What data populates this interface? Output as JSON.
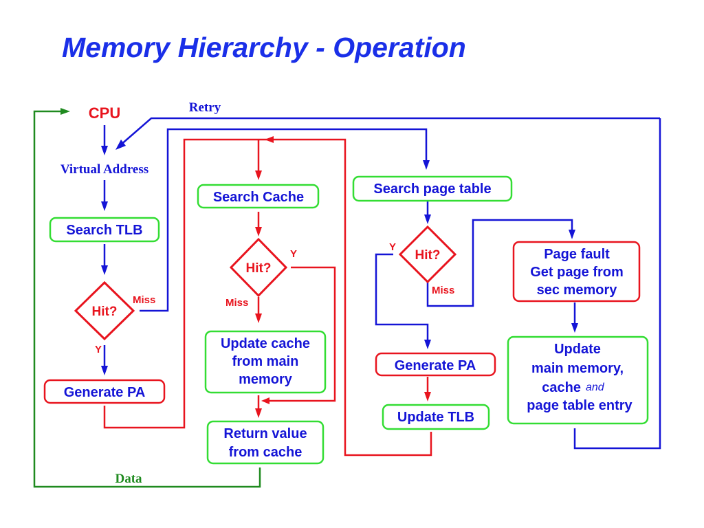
{
  "title": "Memory Hierarchy - Operation",
  "colors": {
    "title": "#1a2fe8",
    "node_text": "#1414d6",
    "red": "#e8141e",
    "blue": "#1414d6",
    "green_box": "#33dd33",
    "green_line": "#1f8a1f"
  },
  "labels": {
    "cpu": "CPU",
    "virtual_address": "Virtual Address",
    "retry": "Retry",
    "data": "Data"
  },
  "nodes": {
    "search_tlb": "Search TLB",
    "tlb_hit": "Hit?",
    "tlb_miss": "Miss",
    "tlb_yes": "Y",
    "generate_pa_left": "Generate PA",
    "search_cache": "Search Cache",
    "cache_hit": "Hit?",
    "cache_yes": "Y",
    "cache_miss": "Miss",
    "update_cache": [
      "Update cache",
      "from main",
      "memory"
    ],
    "return_value": [
      "Return value",
      "from cache"
    ],
    "search_page_table": "Search page table",
    "pt_hit": "Hit?",
    "pt_yes": "Y",
    "pt_miss": "Miss",
    "page_fault": [
      "Page fault",
      "Get page from",
      "sec memory"
    ],
    "generate_pa_right": "Generate PA",
    "update_tlb": "Update TLB",
    "update_all": {
      "line1": "Update",
      "line2": "main memory,",
      "line3": "cache",
      "line3_conj": "and",
      "line4": "page table entry"
    }
  }
}
